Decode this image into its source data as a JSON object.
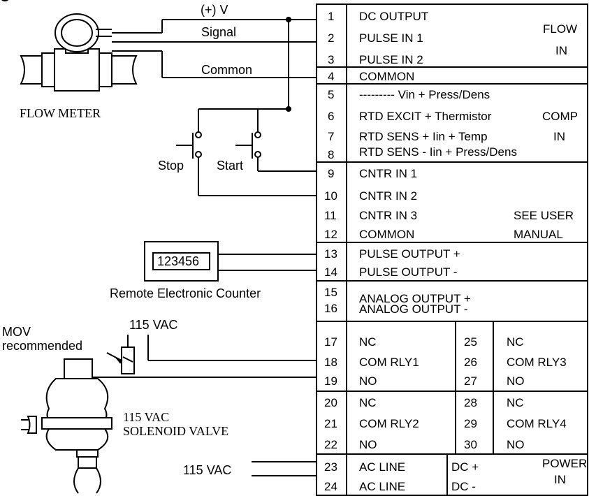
{
  "heading": "g",
  "wire_labels": {
    "plus_v": "(+) V",
    "signal": "Signal",
    "common": "Common"
  },
  "devices": {
    "flow_meter": "FLOW METER",
    "stop": "Stop",
    "start": "Start",
    "counter_display": "123456",
    "counter_label": "Remote Electronic Counter",
    "mov_line1": "MOV",
    "mov_line2": "recommended",
    "vac_top": "115 VAC",
    "solenoid_line1": "115 VAC",
    "solenoid_line2": "SOLENOID VALVE",
    "vac_bottom": "115 VAC"
  },
  "terminals": [
    {
      "n": "1",
      "label": "DC OUTPUT"
    },
    {
      "n": "2",
      "label": "PULSE IN 1"
    },
    {
      "n": "3",
      "label": "PULSE IN 2"
    },
    {
      "n": "4",
      "label": "COMMON"
    },
    {
      "n": "5",
      "label": "--------- Vin + Press/Dens"
    },
    {
      "n": "6",
      "label": "RTD EXCIT + Thermistor"
    },
    {
      "n": "7",
      "label": "RTD SENS +  Iin +  Temp"
    },
    {
      "n": "8",
      "label": "RTD SENS -  Iin + Press/Dens"
    },
    {
      "n": "9",
      "label": "CNTR IN 1"
    },
    {
      "n": "10",
      "label": "CNTR IN 2"
    },
    {
      "n": "11",
      "label": "CNTR IN 3"
    },
    {
      "n": "12",
      "label": "COMMON"
    },
    {
      "n": "13",
      "label": "PULSE OUTPUT +"
    },
    {
      "n": "14",
      "label": "PULSE OUTPUT -"
    },
    {
      "n": "15",
      "label": "ANALOG OUTPUT +"
    },
    {
      "n": "16",
      "label": "ANALOG OUTPUT -"
    }
  ],
  "group_labels": {
    "flow_in_1": "FLOW",
    "flow_in_2": "IN",
    "comp_in_1": "COMP",
    "comp_in_2": "IN",
    "see_user_1": "SEE USER",
    "see_user_2": "MANUAL",
    "power_in_1": "POWER",
    "power_in_2": "IN"
  },
  "relays": [
    {
      "n": "17",
      "label": "NC",
      "n2": "25",
      "label2": "NC"
    },
    {
      "n": "18",
      "label": "COM RLY1",
      "n2": "26",
      "label2": "COM RLY3"
    },
    {
      "n": "19",
      "label": "NO",
      "n2": "27",
      "label2": "NO"
    },
    {
      "n": "20",
      "label": "NC",
      "n2": "28",
      "label2": "NC"
    },
    {
      "n": "21",
      "label": "COM RLY2",
      "n2": "29",
      "label2": "COM RLY4"
    },
    {
      "n": "22",
      "label": "NO",
      "n2": "30",
      "label2": "NO"
    }
  ],
  "power": [
    {
      "n": "23",
      "ac": "AC LINE",
      "dc": "DC +"
    },
    {
      "n": "24",
      "ac": "AC LINE",
      "dc": "DC -"
    }
  ]
}
